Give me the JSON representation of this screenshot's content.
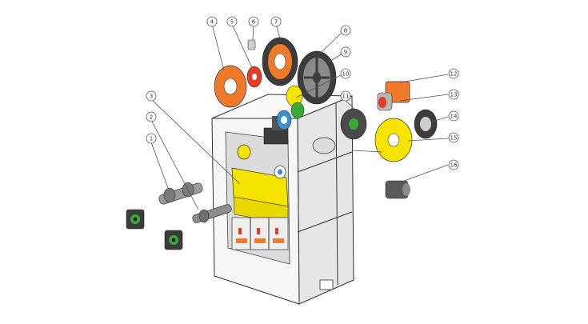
{
  "diagram": {
    "callouts": [
      {
        "id": "c1",
        "label": "1"
      },
      {
        "id": "c2",
        "label": "2"
      },
      {
        "id": "c3",
        "label": "3"
      },
      {
        "id": "c4",
        "label": "4"
      },
      {
        "id": "c5",
        "label": "5"
      },
      {
        "id": "c6",
        "label": "6"
      },
      {
        "id": "c7",
        "label": "7"
      },
      {
        "id": "c8",
        "label": "8"
      },
      {
        "id": "c9",
        "label": "9"
      },
      {
        "id": "c10",
        "label": "10"
      },
      {
        "id": "c11",
        "label": "11"
      },
      {
        "id": "c12",
        "label": "12"
      },
      {
        "id": "c13",
        "label": "13"
      },
      {
        "id": "c14",
        "label": "14"
      },
      {
        "id": "c15",
        "label": "15"
      },
      {
        "id": "c16",
        "label": "16"
      }
    ],
    "colors": {
      "frame": "#f4f4f4",
      "frame_edge": "#333333",
      "yellow": "#f5e400",
      "orange": "#f07a2a",
      "red": "#e53a25",
      "green": "#3aaa35",
      "blue": "#3a8fd0",
      "dark": "#3c3c3c"
    }
  }
}
